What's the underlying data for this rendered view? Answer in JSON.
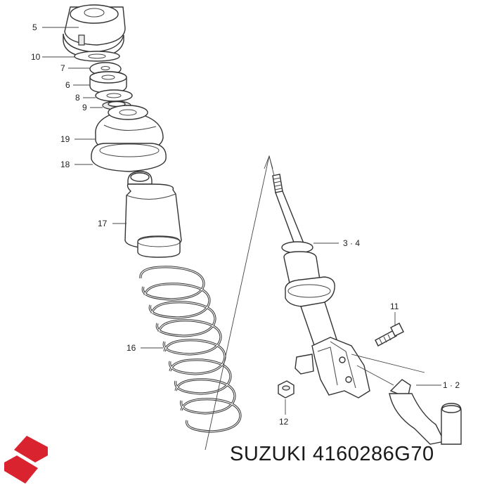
{
  "callouts": {
    "c5": "5",
    "c10": "10",
    "c7": "7",
    "c6": "6",
    "c8": "8",
    "c9": "9",
    "c19": "19",
    "c18": "18",
    "c17": "17",
    "c16": "16",
    "c34": "3 · 4",
    "c11": "11",
    "c12": "12",
    "c12b": "1 · 2"
  },
  "footer": {
    "brand": "SUZUKI",
    "part_number": "4160286G70"
  },
  "colors": {
    "logo_red": "#d9232e",
    "line": "#333333",
    "text": "#1a1a1a"
  }
}
